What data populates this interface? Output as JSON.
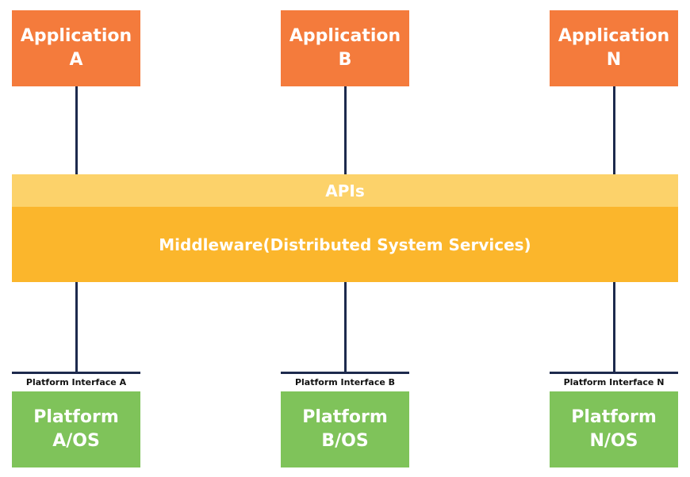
{
  "applications": [
    {
      "label": "Application\nA"
    },
    {
      "label": "Application\nB"
    },
    {
      "label": "Application\nN"
    }
  ],
  "apis_label": "APIs",
  "middleware_label": "Middleware(Distributed System Services)",
  "platform_interfaces": [
    {
      "label": "Platform Interface A"
    },
    {
      "label": "Platform Interface B"
    },
    {
      "label": "Platform Interface N"
    }
  ],
  "platforms": [
    {
      "label": "Platform\nA/OS"
    },
    {
      "label": "Platform\nB/OS"
    },
    {
      "label": "Platform\nN/OS"
    }
  ],
  "colors": {
    "application": "#f47b3c",
    "apis": "#fcd26a",
    "middleware": "#fbb62c",
    "platform": "#7fc35a",
    "connector": "#1d2a4d"
  }
}
